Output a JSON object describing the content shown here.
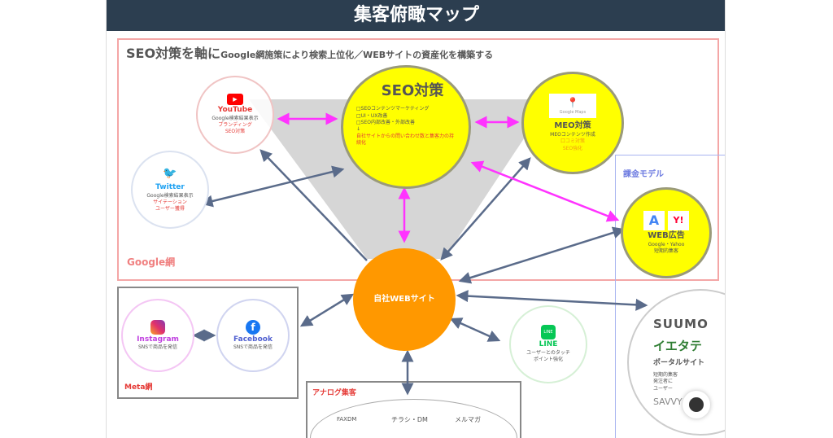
{
  "title": "集客俯瞰マップ",
  "google_box": {
    "heading_big": "SEO対策を軸に",
    "heading_small": "Google網施策により検索上位化／WEBサイトの資産化を構築する",
    "label": "Google網"
  },
  "seo": {
    "title": "SEO対策",
    "items": [
      "□SEOコンテンツマーケティング",
      "□UI・UX改善",
      "□SEO内部改善・外部改善",
      "↓"
    ],
    "result": "自社サイトからの問い合わせ数と集客力の持続化"
  },
  "youtube": {
    "title": "YouTube",
    "lines": [
      "Google検索結果表示"
    ],
    "red_lines": [
      "ブランディング",
      "SEO対策"
    ]
  },
  "twitter": {
    "title": "Twitter",
    "lines": [
      "Google検索結果表示"
    ],
    "red_lines": [
      "サイテーション",
      "ユーザー獲得"
    ]
  },
  "meo": {
    "title": "MEO対策",
    "logo": "Google Maps",
    "lines": [
      "MEOコンテンツ作成"
    ],
    "red_lines": [
      "口コミ対策",
      "SEO強化"
    ]
  },
  "paid_box": {
    "label": "課金モデル"
  },
  "web_ad": {
    "title": "WEB広告",
    "lines": [
      "Google・Yahoo",
      "短期的集客"
    ]
  },
  "own_site": {
    "title": "自社WEBサイト"
  },
  "meta_box": {
    "label": "Meta網"
  },
  "instagram": {
    "title": "Instagram",
    "desc": "SNSで商品を発信"
  },
  "facebook": {
    "title": "Facebook",
    "desc": "SNSで商品を発信"
  },
  "line": {
    "title": "LINE",
    "lines": [
      "ユーザーとのタッチ",
      "ポイント強化"
    ]
  },
  "portal": {
    "brand1": "SUUMO",
    "brand2": "イエタテ",
    "title": "ポータルサイト",
    "lines": [
      "短期的集客",
      "発注者に",
      "ユーザー"
    ],
    "brand3": "SAVVY"
  },
  "analog": {
    "label": "アナログ集客",
    "items": [
      "FAXDM",
      "チラシ・DM",
      "メルマガ"
    ]
  },
  "colors": {
    "header": "#2c3e50",
    "yellow": "#ffff00",
    "orange": "#ff9800",
    "magenta": "#ff33ff",
    "arrow": "#5a6b8a"
  }
}
